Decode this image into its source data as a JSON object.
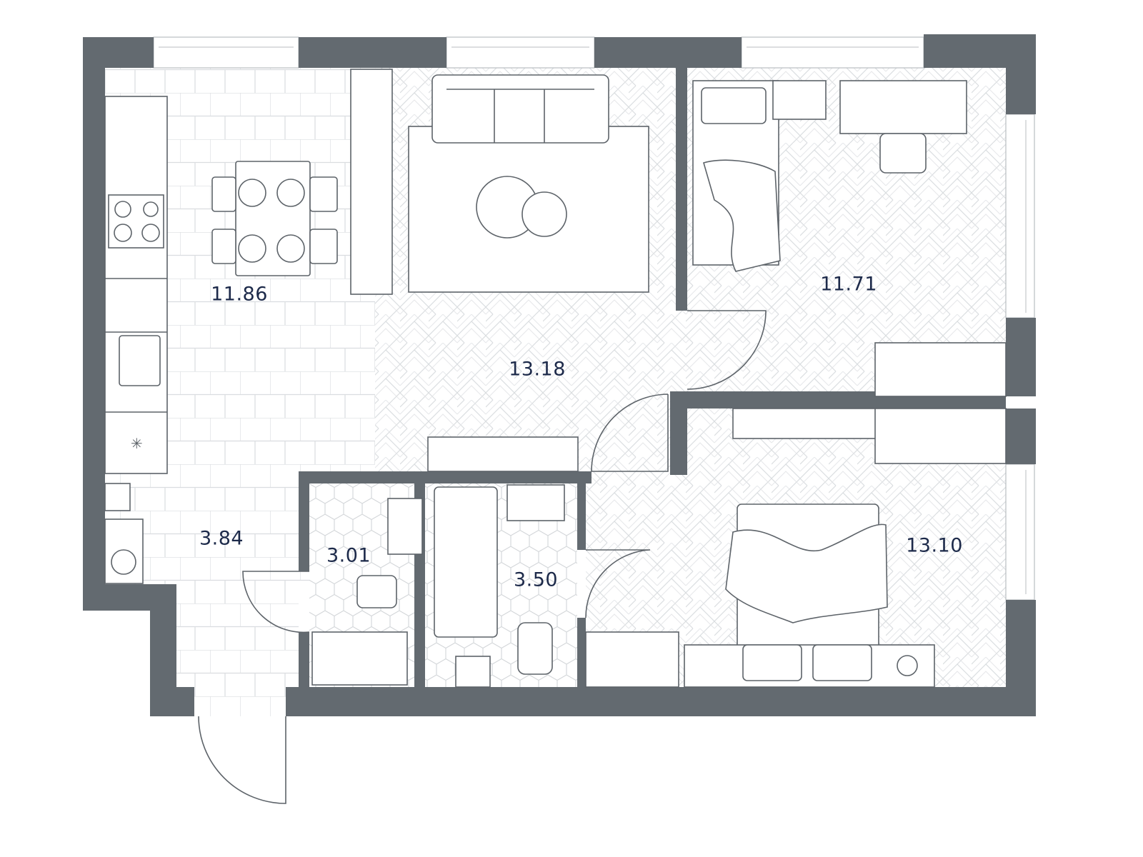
{
  "plan": {
    "colors": {
      "wall": "#636a70",
      "label": "#1d2a4a",
      "floor_line": "#d9dcdf"
    },
    "rooms": [
      {
        "id": "kitchen",
        "area": "11.86"
      },
      {
        "id": "living",
        "area": "13.18"
      },
      {
        "id": "bedroom-1",
        "area": "11.71"
      },
      {
        "id": "hallway",
        "area": "3.84"
      },
      {
        "id": "wc",
        "area": "3.01"
      },
      {
        "id": "bathroom",
        "area": "3.50"
      },
      {
        "id": "bedroom-2",
        "area": "13.10"
      }
    ]
  }
}
